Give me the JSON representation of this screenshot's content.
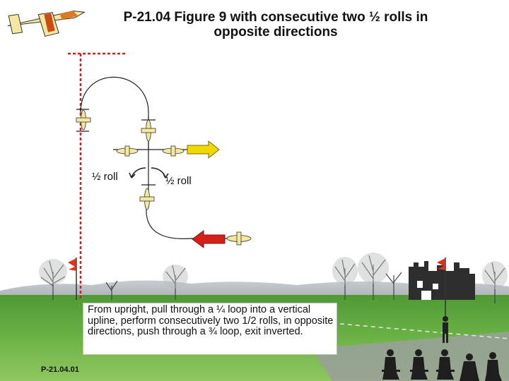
{
  "title_line1": "P-21.04 Figure 9 with consecutive two ½ rolls in",
  "title_line2": "opposite directions",
  "roll_label_left": "½ roll",
  "roll_label_right": "½ roll",
  "description": "From upright, pull through a ¼ loop into a vertical upline, perform consecutively two 1/2 rolls, in opposite directions, push through a ¾ loop, exit inverted.",
  "code": "P-21.04.01",
  "colors": {
    "sky": "#ffffff",
    "grass": "#5ea63a",
    "flag": "#e0301e",
    "exit_arrow": "#f0d800",
    "entry_arrow": "#d42018",
    "judge_line": "#cc2020",
    "plane_body": "#f4e8a0"
  },
  "icons": [
    "aerobatic-plane-icon",
    "flag-icon",
    "tree-icon",
    "castle-icon",
    "judge-icon"
  ]
}
